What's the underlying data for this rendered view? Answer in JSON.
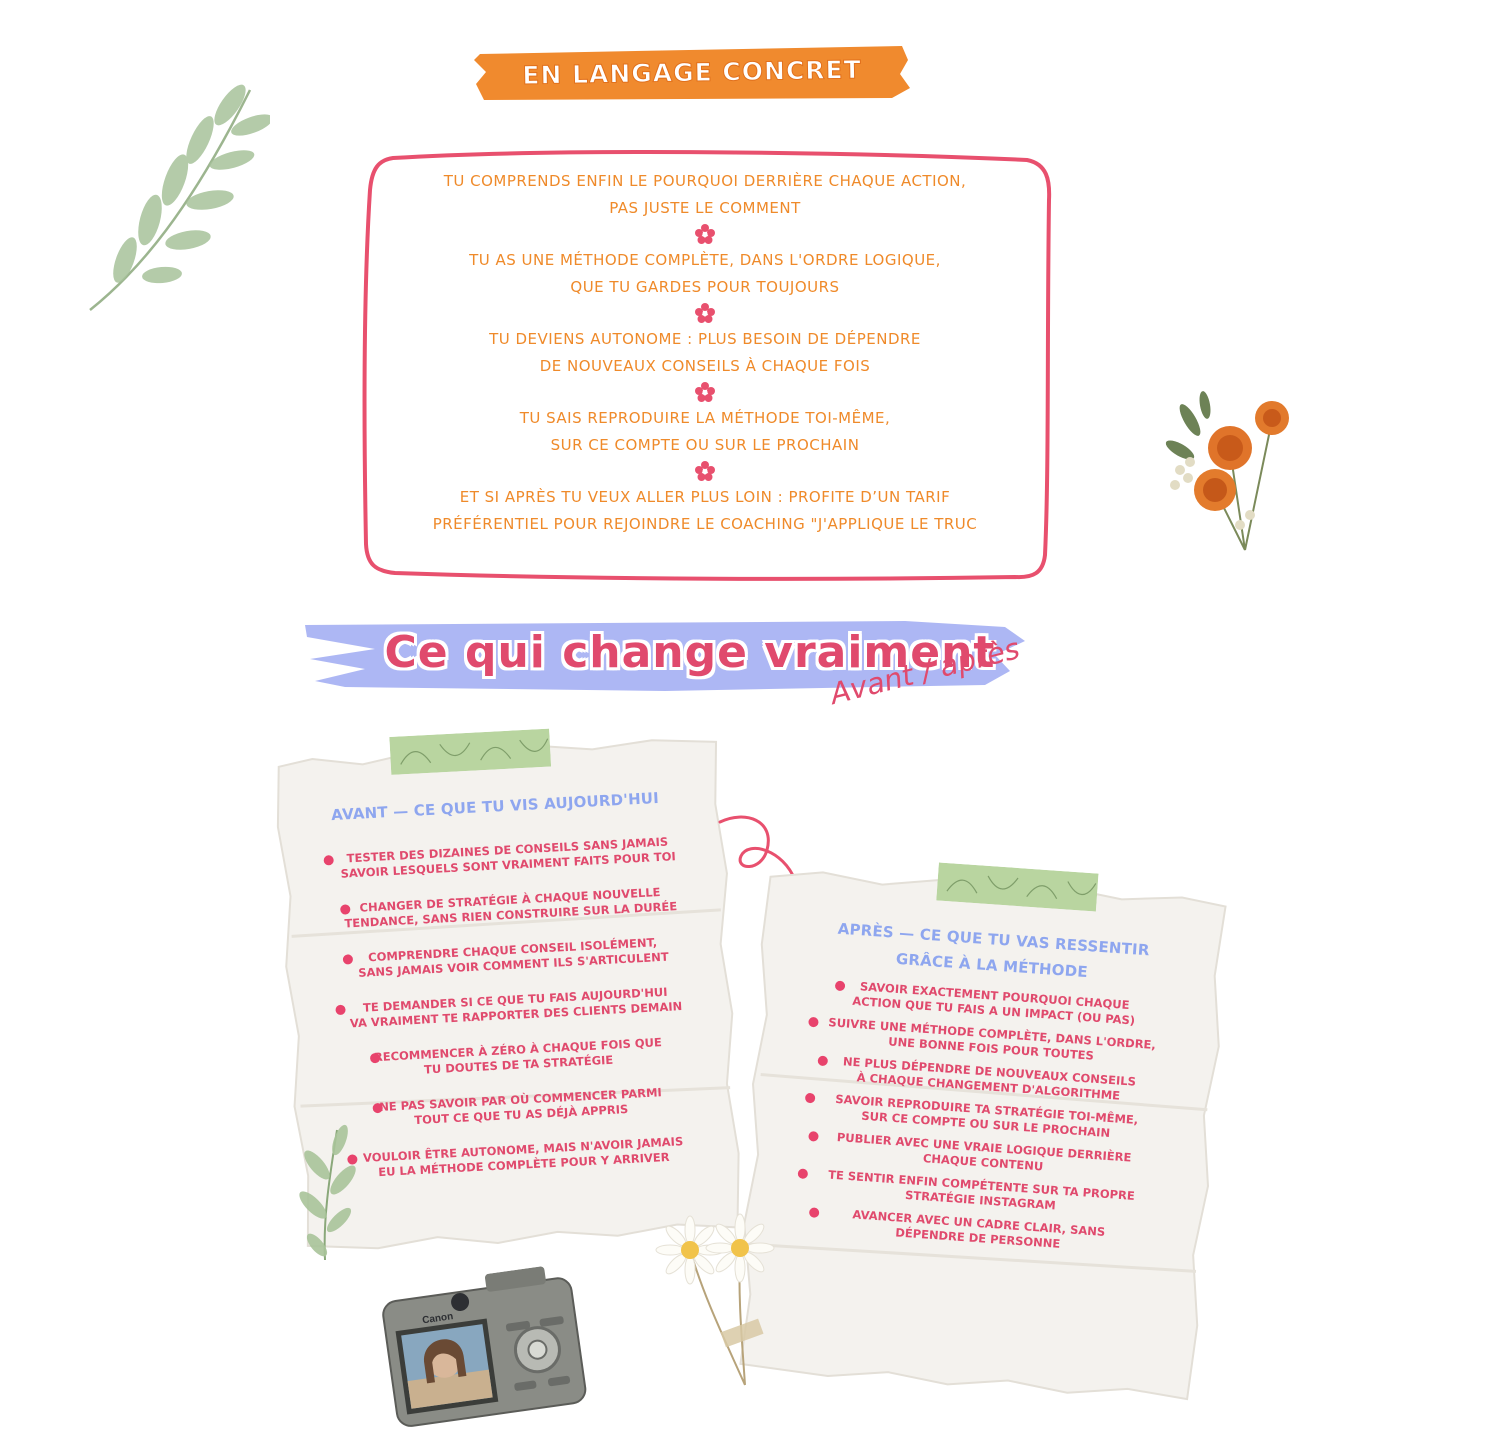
{
  "top_banner": {
    "label": "EN LANGAGE CONCRET",
    "color": "#f08a2e"
  },
  "concrete": {
    "items": [
      [
        "Tu comprends enfin le pourquoi derrière chaque action,",
        "pas juste le comment"
      ],
      [
        "Tu as une méthode complète, dans l'ordre logique,",
        "que tu gardes pour toujours"
      ],
      [
        "Tu deviens autonome : plus besoin de dépendre",
        "de nouveaux conseils à chaque fois"
      ],
      [
        "Tu sais reproduire la méthode toi-même,",
        "sur ce compte ou sur le prochain"
      ],
      [
        "Et si après tu veux aller plus loin : profite d’un tarif",
        "préférentiel pour rejoindre le coaching \"J'applique le truc"
      ]
    ],
    "separator_icon": "flower-icon",
    "border_color": "#e8506e",
    "text_color": "#ef8a2a"
  },
  "section_title": {
    "main": "Ce qui change vraiment",
    "sub": "Avant / après",
    "color": "#e04a6d",
    "brush_color": "#a9b3f3"
  },
  "avant": {
    "title": "AVANT — CE QUE TU VIS AUJOURD'HUI",
    "items": [
      [
        "Tester des dizaines de conseils sans jamais",
        "savoir lesquels sont vraiment faits pour toi"
      ],
      [
        "Changer de stratégie à chaque nouvelle",
        "tendance, sans rien construire sur la durée"
      ],
      [
        "Comprendre chaque conseil isolément,",
        "sans jamais voir comment ils s'articulent"
      ],
      [
        "Te demander si ce que tu fais aujourd'hui",
        "va vraiment te rapporter des clients demain"
      ],
      [
        "Recommencer à zéro à chaque fois que",
        "tu doutes de ta stratégie"
      ],
      [
        "Ne pas savoir par où commencer parmi",
        "tout ce que tu as déjà appris"
      ],
      [
        "Vouloir être autonome, mais n'avoir jamais",
        "eu la méthode complète pour y arriver"
      ]
    ]
  },
  "apres": {
    "title_line1": "APRÈS — CE QUE TU VAS RESSENTIR",
    "title_line2": "GRÂCE À LA MÉTHODE",
    "items": [
      [
        "Savoir exactement pourquoi chaque",
        "action que tu fais a un impact (ou pas)"
      ],
      [
        "Suivre une méthode complète, dans l'ordre,",
        "une bonne fois pour toutes"
      ],
      [
        "Ne plus dépendre de nouveaux conseils",
        "à chaque changement d'algorithme"
      ],
      [
        "Savoir reproduire ta stratégie toi-même,",
        "sur ce compte ou sur le prochain"
      ],
      [
        "Publier avec une vraie logique derrière",
        "chaque contenu"
      ],
      [
        "Te sentir enfin compétente sur ta propre",
        "stratégie Instagram"
      ],
      [
        "Avancer avec un cadre clair, sans",
        "dépendre de personne"
      ]
    ]
  },
  "decorations": {
    "camera_brand": "Canon",
    "icons": [
      "eucalyptus-branch-icon",
      "marigold-bouquet-icon",
      "curly-arrow-icon",
      "daisy-icon",
      "camera-icon",
      "leaf-sprig-icon",
      "washi-tape-icon"
    ],
    "bullet_color": "#e8436c",
    "tape_color": "#b9d5a0"
  }
}
